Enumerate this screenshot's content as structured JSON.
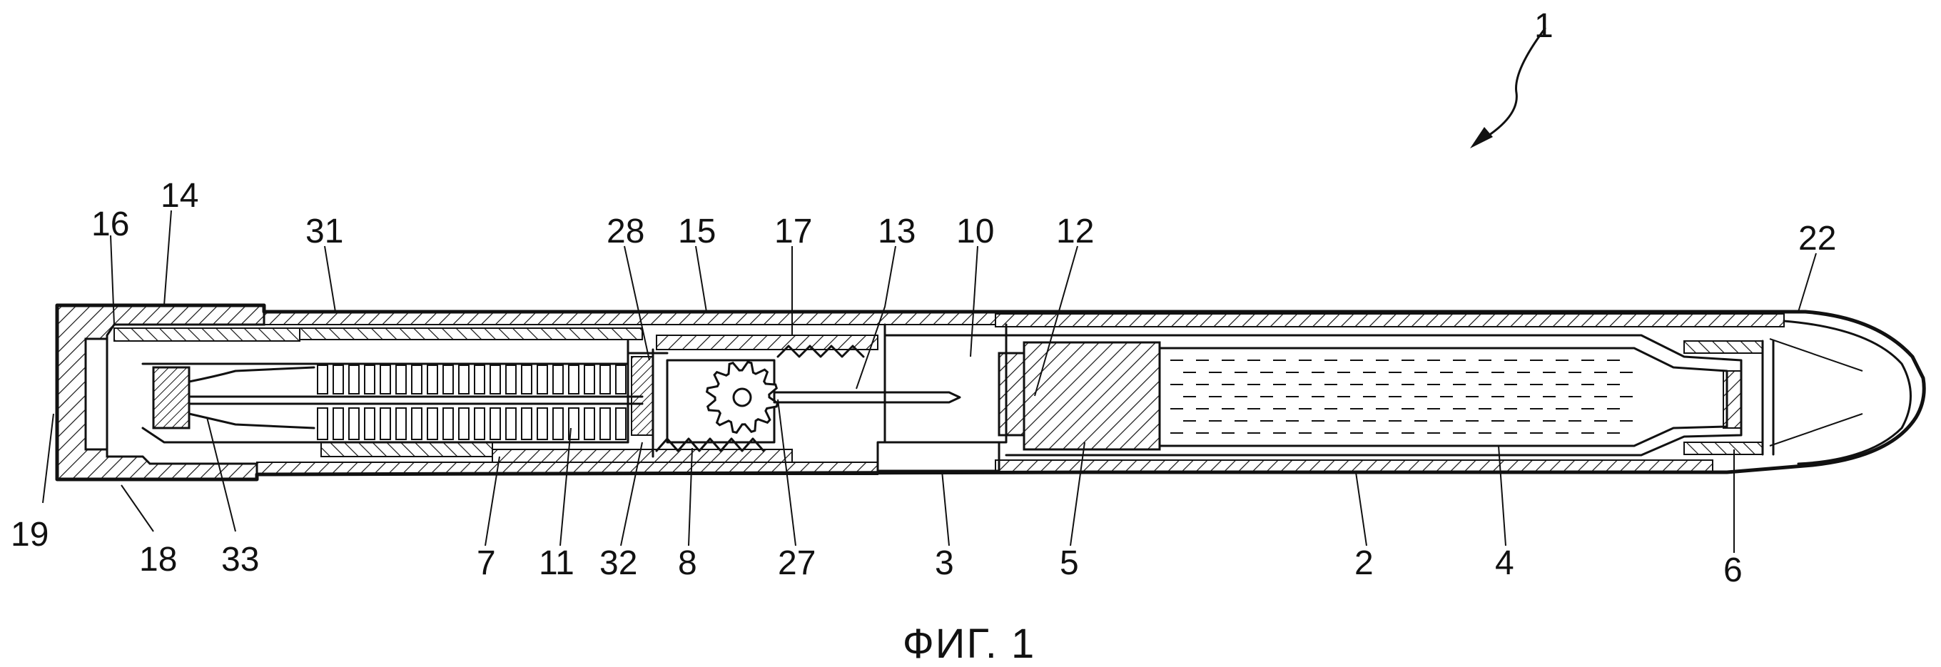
{
  "figure": {
    "caption": "ФИГ. 1",
    "assembly_label": "1",
    "reference_numerals": {
      "n1": "1",
      "n2": "2",
      "n3": "3",
      "n4": "4",
      "n5": "5",
      "n6": "6",
      "n7": "7",
      "n8": "8",
      "n10": "10",
      "n11": "11",
      "n12": "12",
      "n13": "13",
      "n14": "14",
      "n15": "15",
      "n16": "16",
      "n17": "17",
      "n18": "18",
      "n19": "19",
      "n22": "22",
      "n27": "27",
      "n28": "28",
      "n31": "31",
      "n32": "32",
      "n33": "33"
    }
  }
}
